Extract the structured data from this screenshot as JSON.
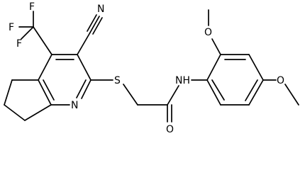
{
  "diagram": {
    "type": "chemical-structure",
    "atoms": {
      "n_triple": "N",
      "f_top": "F",
      "f_left": "F",
      "f_mid": "F",
      "s_link": "S",
      "n_ring": "N",
      "nh": "NH",
      "o_amide": "O",
      "o_methoxy_top": "O",
      "o_methoxy_right": "O"
    }
  }
}
